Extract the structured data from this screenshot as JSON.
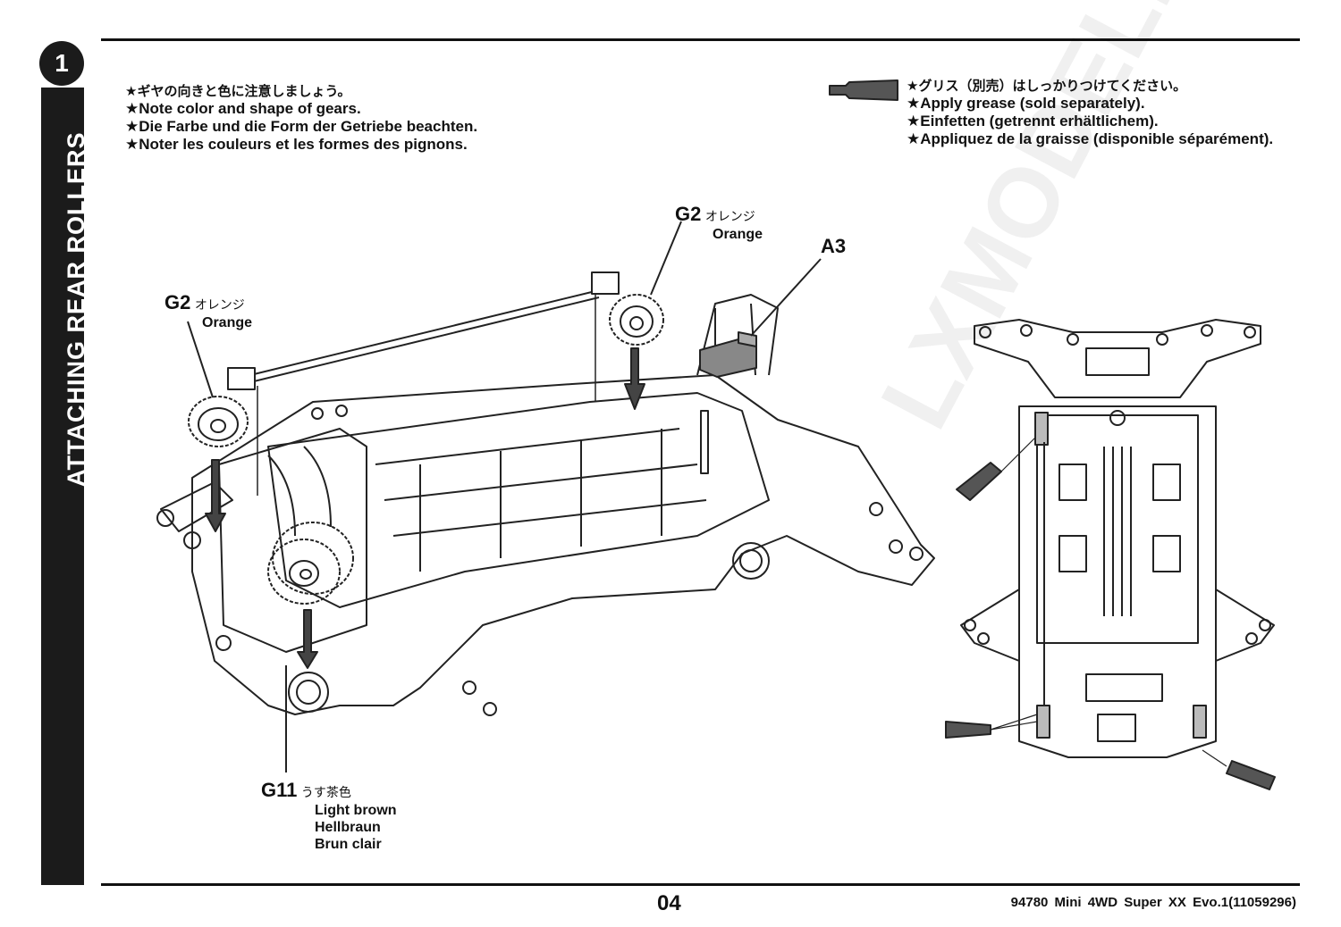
{
  "step": {
    "number": "1",
    "title": "ATTACHING REAR ROLLERS"
  },
  "notes_left": [
    {
      "lang": "jp",
      "text": "★ギヤの向きと色に注意しましょう。"
    },
    {
      "lang": "en",
      "text": "★Note color and shape of gears."
    },
    {
      "lang": "de",
      "text": "★Die Farbe und die Form der Getriebe beachten."
    },
    {
      "lang": "fr",
      "text": "★Noter les couleurs et les formes des pignons."
    }
  ],
  "notes_right": [
    {
      "lang": "jp",
      "text": "★グリス（別売）はしっかりつけてください。"
    },
    {
      "lang": "en",
      "text": "★Apply grease (sold separately)."
    },
    {
      "lang": "de",
      "text": "★Einfetten (getrennt erhältlichem)."
    },
    {
      "lang": "fr",
      "text": "★Appliquez de la graisse (disponible séparément)."
    }
  ],
  "callouts": {
    "g2_left": {
      "code": "G2",
      "jp": "オレンジ",
      "color": "Orange"
    },
    "g2_right": {
      "code": "G2",
      "jp": "オレンジ",
      "color": "Orange"
    },
    "a3": {
      "code": "A3"
    },
    "g11": {
      "code": "G11",
      "jp": "うす茶色",
      "en": "Light brown",
      "de": "Hellbraun",
      "fr": "Brun clair"
    }
  },
  "footer": {
    "page": "04",
    "product": "94780 Mini 4WD Super XX Evo.1(11059296)"
  },
  "watermark": "LXMODEL.TAOBAO.COM",
  "colors": {
    "bar": "#1b1b1b",
    "grease": "#555555"
  }
}
